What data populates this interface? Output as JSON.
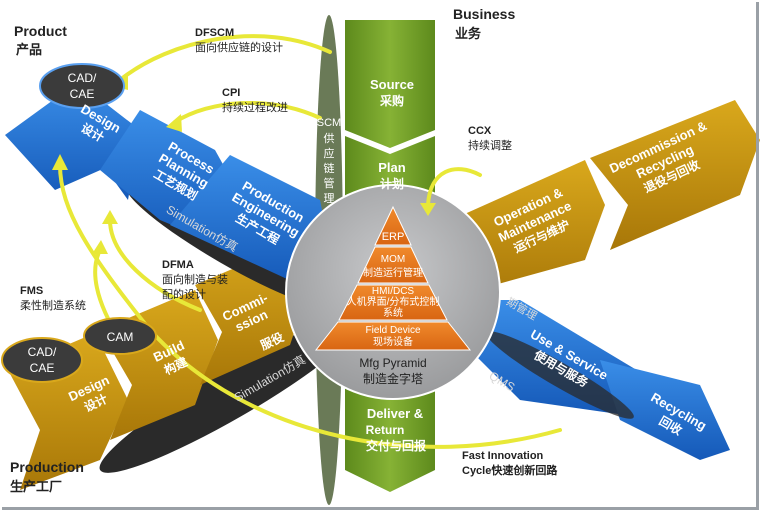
{
  "corners": {
    "product": {
      "en": "Product",
      "zh": "产品"
    },
    "business": {
      "en": "Business",
      "zh": "业务"
    },
    "production": {
      "en": "Production",
      "zh": "生产工厂"
    }
  },
  "product_axis": {
    "cad_cae": [
      "CAD/",
      "CAE"
    ],
    "design": [
      "Design",
      "设计"
    ],
    "process_planning": [
      "Process",
      "Planning",
      "工艺规划"
    ],
    "production_engineering": [
      "Production",
      "Engineering",
      "生产工程"
    ],
    "simulation": "Simulation仿真"
  },
  "business_axis": {
    "source": [
      "Source",
      "采购"
    ],
    "plan": [
      "Plan",
      "计划"
    ],
    "deliver_return": [
      "Deliver &",
      "Return",
      "交付与回报"
    ],
    "scm": [
      "SCM",
      "供",
      "应",
      "链",
      "管",
      "理"
    ]
  },
  "lifecycle_axis": {
    "operation_maintenance": [
      "Operation &",
      "Maintenance",
      "运行与维护"
    ],
    "decommission_recycling": [
      "Decommission &",
      "Recycling",
      "退役与回收"
    ],
    "use_service": [
      "Use & Service",
      "使用与服务"
    ],
    "recycling": [
      "Recycling",
      "回收"
    ],
    "qms": "QMS",
    "ghost": "期管理"
  },
  "production_axis": {
    "cam": "CAM",
    "cad_cae": [
      "CAD/",
      "CAE"
    ],
    "design": [
      "Design",
      "设计"
    ],
    "build": [
      "Build",
      "构建"
    ],
    "commission": [
      "Commi-",
      "ssion",
      "服役"
    ],
    "simulation": "Simulation仿真"
  },
  "pyramid": {
    "erp": "ERP",
    "mom": [
      "MOM",
      "制造运行管理"
    ],
    "hmi": [
      "HMI/DCS",
      "人机界面/分布式控制",
      "系统"
    ],
    "field": [
      "Field Device",
      "现场设备"
    ],
    "caption": [
      "Mfg Pyramid",
      "制造金字塔"
    ]
  },
  "annotations": {
    "dfscm": [
      "DFSCM",
      "面向供应链的设计"
    ],
    "cpi": [
      "CPI",
      "持续过程改进"
    ],
    "ccx": [
      "CCX",
      "持续调整"
    ],
    "dfma": [
      "DFMA",
      "面向制造与装",
      "配的设计"
    ],
    "fms": [
      "FMS",
      "柔性制造系统"
    ],
    "fast_innovation": [
      "Fast Innovation",
      "Cycle快速创新回路"
    ]
  },
  "colors": {
    "blue": "#1f6fd1",
    "gold": "#c9940f",
    "green": "#6b9a24",
    "orange": "#e47a1f",
    "circle": "#a9aaac",
    "arrow_yellow": "#e8e838"
  }
}
